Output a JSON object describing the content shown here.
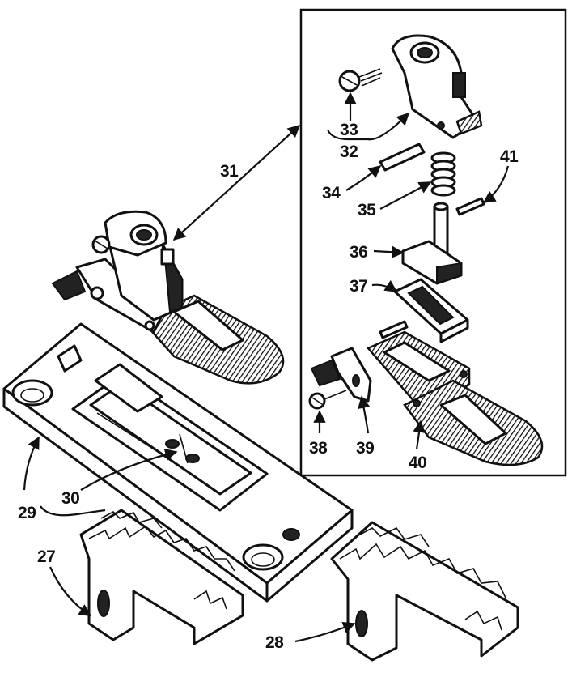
{
  "diagram": {
    "callouts": [
      {
        "id": "27",
        "label": "27"
      },
      {
        "id": "28",
        "label": "28"
      },
      {
        "id": "29",
        "label": "29"
      },
      {
        "id": "30",
        "label": "30"
      },
      {
        "id": "31",
        "label": "31"
      },
      {
        "id": "32",
        "label": "32"
      },
      {
        "id": "33",
        "label": "33"
      },
      {
        "id": "34",
        "label": "34"
      },
      {
        "id": "35",
        "label": "35"
      },
      {
        "id": "36",
        "label": "36"
      },
      {
        "id": "37",
        "label": "37"
      },
      {
        "id": "38",
        "label": "38"
      },
      {
        "id": "39",
        "label": "39"
      },
      {
        "id": "40",
        "label": "40"
      },
      {
        "id": "41",
        "label": "41"
      }
    ]
  }
}
